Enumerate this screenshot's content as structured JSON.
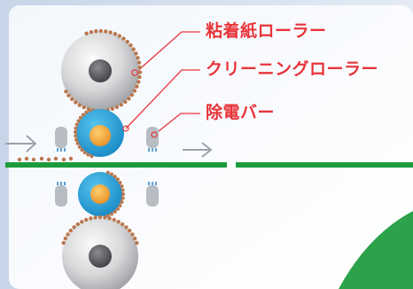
{
  "labels": {
    "adhesive_paper_roller": "粘着紙ローラー",
    "cleaning_roller": "クリーニングローラー",
    "static_eliminator_bar": "除電バー"
  },
  "colors": {
    "label_text": "#e8343a",
    "leader_line": "#e8343a",
    "conveyor": "#1d9a3b",
    "cleaning_roller": "#22a2d8",
    "roller_core": "#f2a33a",
    "adhesive_dots": "#b9764d",
    "flow_arrow": "#9aa3ad",
    "corner_green": "#2ca24a"
  },
  "icons": [
    "flow-arrow-icon",
    "static-bar-icon"
  ]
}
